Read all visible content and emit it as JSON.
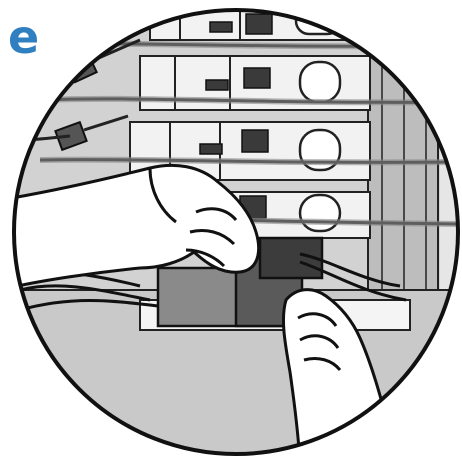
{
  "step": {
    "letter": "e",
    "color": "#2f7fc1"
  },
  "illustration": {
    "subject": "hands-unplugging-cable-from-rack-power-distribution",
    "style": "black-and-white-line-drawing-in-circle"
  }
}
